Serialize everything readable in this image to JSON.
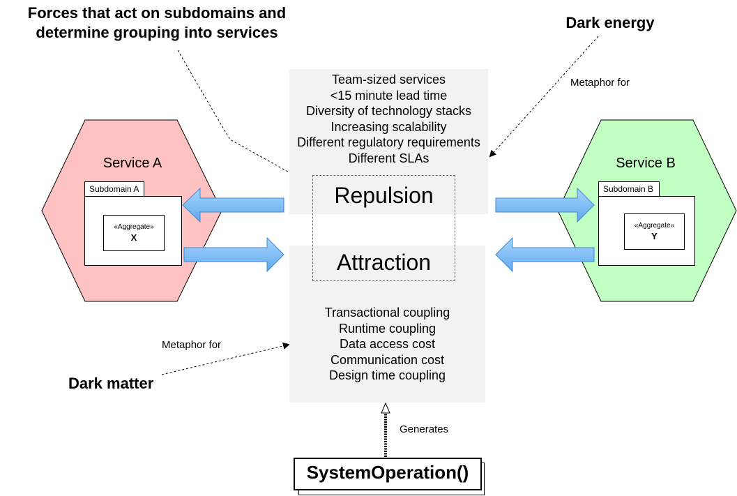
{
  "annotations": {
    "forces_title_line1": "Forces that act on subdomains and",
    "forces_title_line2": "determine grouping into services",
    "dark_energy": "Dark energy",
    "dark_matter": "Dark matter",
    "metaphor_top": "Metaphor for",
    "metaphor_bottom": "Metaphor for",
    "generates": "Generates"
  },
  "repulsion": {
    "label": "Repulsion",
    "forces": [
      "Team-sized services",
      "<15 minute lead time",
      "Diversity of technology stacks",
      "Increasing scalability",
      "Different regulatory requirements",
      "Different SLAs"
    ]
  },
  "attraction": {
    "label": "Attraction",
    "forces": [
      "Transactional coupling",
      "Runtime coupling",
      "Data access cost",
      "Communication cost",
      "Design time coupling"
    ]
  },
  "service_a": {
    "title": "Service A",
    "subdomain": "Subdomain A",
    "aggregate_stereotype": "«Aggregate»",
    "aggregate_name": "X",
    "color": "#ffc2c2"
  },
  "service_b": {
    "title": "Service B",
    "subdomain": "Subdomain B",
    "aggregate_stereotype": "«Aggregate»",
    "aggregate_name": "Y",
    "color": "#c2ffc2"
  },
  "system_operation": {
    "label": "SystemOperation()"
  },
  "colors": {
    "arrow_fill": "#80bfff",
    "arrow_stroke": "#3f88d0",
    "panel": "#f2f2f2"
  }
}
